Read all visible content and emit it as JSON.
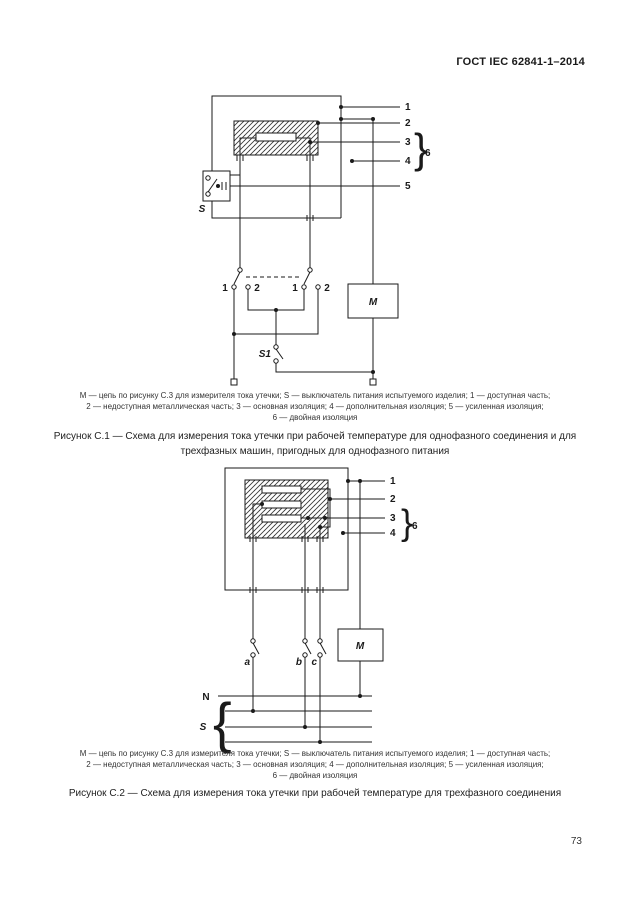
{
  "header": {
    "title": "ГОСТ IEC 62841-1–2014"
  },
  "figure_c1": {
    "callouts": {
      "n1": "1",
      "n2": "2",
      "n3": "3",
      "n4": "4",
      "n5": "5",
      "n6": "6"
    },
    "selector": {
      "left_1": "1",
      "left_2": "2",
      "right_1": "1",
      "right_2": "2"
    },
    "switch_label": "S",
    "switch1_label": "S1",
    "meter_label": "M",
    "legend": {
      "line1": "М — цепь по рисунку С.3 для измерителя тока утечки; S — выключатель питания испытуемого изделия; 1 — доступная часть;",
      "line2": "2 — недоступная металлическая часть; 3 — основная изоляция; 4 — дополнительная изоляция; 5 — усиленная изоляция;",
      "line3": "6 — двойная изоляция"
    },
    "caption": "Рисунок С.1 — Схема для измерения тока утечки при рабочей температуре для однофазного соединения и для трехфазных машин, пригодных для однофазного питания"
  },
  "figure_c2": {
    "callouts": {
      "n1": "1",
      "n2": "2",
      "n3": "3",
      "n4": "4",
      "n6": "6"
    },
    "phase_switches": {
      "a": "a",
      "b": "b",
      "c": "c"
    },
    "neutral_label": "N",
    "supply_switch_label": "S",
    "meter_label": "M",
    "legend": {
      "line1": "М — цепь по рисунку С.3 для измерителя тока утечки; S — выключатель питания испытуемого изделия; 1 — доступная часть;",
      "line2": "2 — недоступная металлическая часть; 3 — основная изоляция; 4 — дополнительная изоляция; 5 — усиленная изоляция;",
      "line3": "6 — двойная изоляция"
    },
    "caption": "Рисунок С.2 — Схема для измерения тока утечки при рабочей температуре для трехфазного соединения"
  },
  "footer": {
    "page_number": "73"
  },
  "colors": {
    "ink": "#1a1a1a",
    "paper": "#ffffff"
  }
}
